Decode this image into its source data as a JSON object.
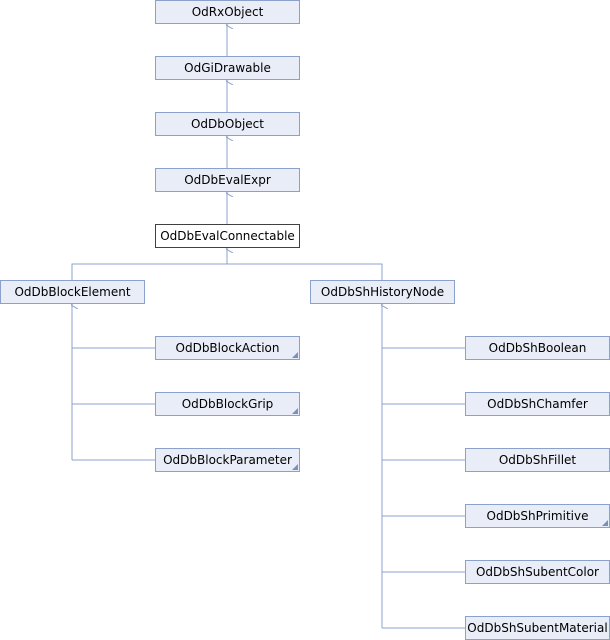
{
  "nodes": {
    "rx_object": "OdRxObject",
    "gi_drawable": "OdGiDrawable",
    "db_object": "OdDbObject",
    "eval_expr": "OdDbEvalExpr",
    "eval_connectable": "OdDbEvalConnectable",
    "block_element": "OdDbBlockElement",
    "history_node": "OdDbShHistoryNode",
    "block_action": "OdDbBlockAction",
    "block_grip": "OdDbBlockGrip",
    "block_parameter": "OdDbBlockParameter",
    "sh_boolean": "OdDbShBoolean",
    "sh_chamfer": "OdDbShChamfer",
    "sh_fillet": "OdDbShFillet",
    "sh_primitive": "OdDbShPrimitive",
    "sh_subent_color": "OdDbShSubentColor",
    "sh_subent_material": "OdDbShSubentMaterial"
  },
  "colors": {
    "edge": "#8ca0cc",
    "node_fill": "#e8edf7",
    "node_border": "#8ca0cc",
    "current_border": "#404040"
  }
}
